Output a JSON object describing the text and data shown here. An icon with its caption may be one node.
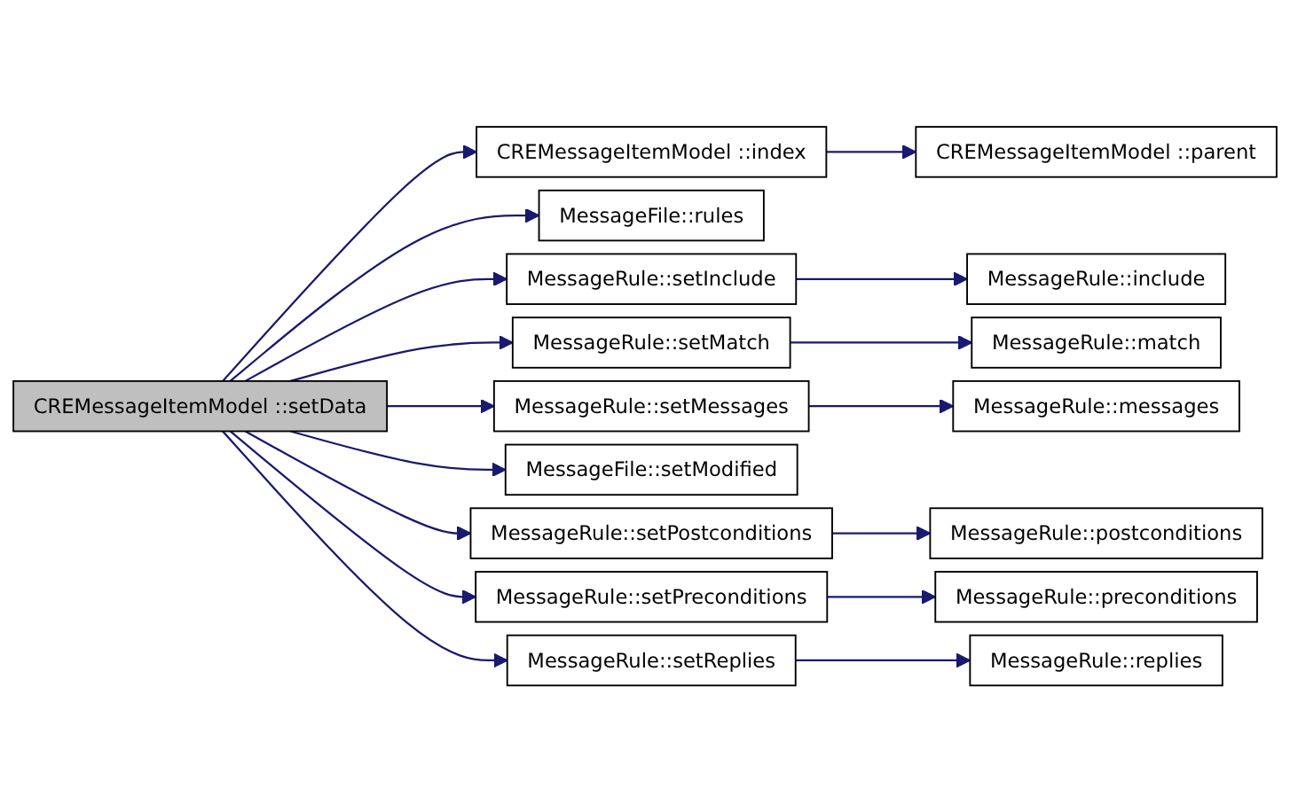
{
  "diagram": {
    "nodes": [
      {
        "text": [
          "CREMessageItemModel ::setData"
        ]
      },
      {
        "text": [
          "CREMessageItemModel ::index"
        ]
      },
      {
        "text": [
          "CREMessageItemModel ::parent"
        ]
      },
      {
        "text": [
          "MessageFile::rules"
        ]
      },
      {
        "text": [
          "MessageRule::setInclude"
        ]
      },
      {
        "text": [
          "MessageRule::include"
        ]
      },
      {
        "text": [
          "MessageRule::setMatch"
        ]
      },
      {
        "text": [
          "MessageRule::match"
        ]
      },
      {
        "text": [
          "MessageRule::setMessages"
        ]
      },
      {
        "text": [
          "MessageRule::messages"
        ]
      },
      {
        "text": [
          "MessageFile::setModified"
        ]
      },
      {
        "text": [
          "MessageRule::setPostconditions"
        ]
      },
      {
        "text": [
          "MessageRule::postconditions"
        ]
      },
      {
        "text": [
          "MessageRule::setPreconditions"
        ]
      },
      {
        "text": [
          "MessageRule::preconditions"
        ]
      },
      {
        "text": [
          "MessageRule::setReplies"
        ]
      },
      {
        "text": [
          "MessageRule::replies"
        ]
      }
    ],
    "edges": [
      {
        "from": 0,
        "to": 1,
        "arrow": "to"
      },
      {
        "from": 0,
        "to": 3,
        "arrow": "to"
      },
      {
        "from": 0,
        "to": 4,
        "arrow": "to"
      },
      {
        "from": 0,
        "to": 6,
        "arrow": "to"
      },
      {
        "from": 0,
        "to": 8,
        "arrow": "to"
      },
      {
        "from": 0,
        "to": 10,
        "arrow": "to"
      },
      {
        "from": 0,
        "to": 11,
        "arrow": "to"
      },
      {
        "from": 0,
        "to": 13,
        "arrow": "to"
      },
      {
        "from": 0,
        "to": 15,
        "arrow": "to"
      },
      {
        "from": 1,
        "to": 2,
        "arrow": "to"
      },
      {
        "from": 4,
        "to": 5,
        "arrow": "to"
      },
      {
        "from": 6,
        "to": 7,
        "arrow": "to"
      },
      {
        "from": 8,
        "to": 9,
        "arrow": "to"
      },
      {
        "from": 11,
        "to": 12,
        "arrow": "to"
      },
      {
        "from": 13,
        "to": 14,
        "arrow": "to"
      },
      {
        "from": 15,
        "to": 16,
        "arrow": "to"
      }
    ]
  }
}
